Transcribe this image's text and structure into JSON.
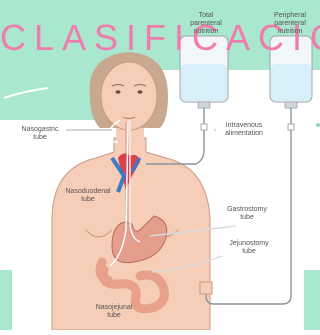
{
  "banner": {
    "text": "CLASIFICACIO"
  },
  "labels": {
    "total_parenteral": "Total\nparenteral\nnutrition",
    "peripheral_parenteral": "Peripheral\nparenteral\nnutrition",
    "nasogastric": "Nasogastric\ntube",
    "intravenous": "Intravenous\nalimentation",
    "nasoduodenal": "Nasoduodenal\ntube",
    "gastrostomy": "Gastrostomy\ntube",
    "jejunostomy": "Jejunostomy\ntube",
    "nasojejunal": "Nasojejunal\ntube"
  },
  "colors": {
    "banner": "#f07cae",
    "mint_background": "#a9e7cf",
    "skin": "#f6cdb6",
    "hair": "#c9a890",
    "stomach": "#e59d8c",
    "intestine": "#e8a08a",
    "heart": "#d9434b",
    "vein": "#3a7bc8",
    "fluid": "#d8eef8"
  }
}
